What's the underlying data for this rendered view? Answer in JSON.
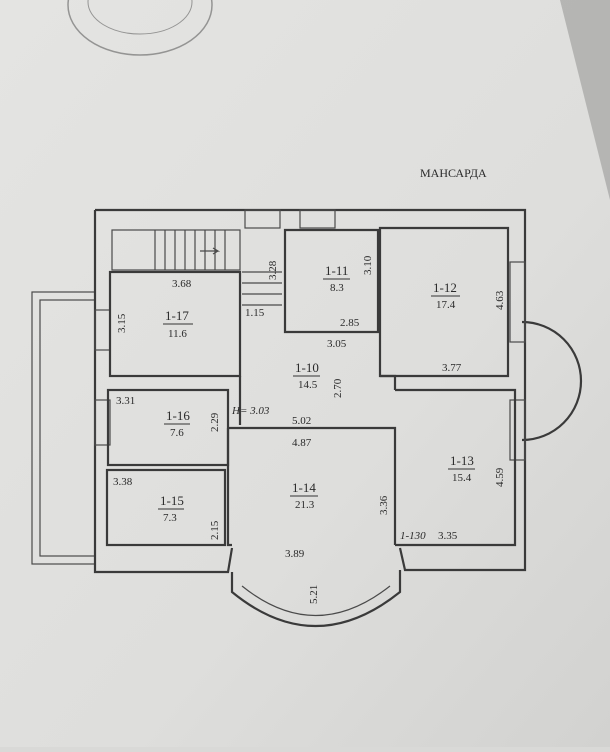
{
  "plan": {
    "title": "МАНСАРДА",
    "height_note": "H= 3.03",
    "scale_note": "1-130",
    "rooms": [
      {
        "id": "1-10",
        "area": "14.5"
      },
      {
        "id": "1-11",
        "area": "8.3"
      },
      {
        "id": "1-12",
        "area": "17.4"
      },
      {
        "id": "1-13",
        "area": "15.4"
      },
      {
        "id": "1-14",
        "area": "21.3"
      },
      {
        "id": "1-15",
        "area": "7.3"
      },
      {
        "id": "1-16",
        "area": "7.6"
      },
      {
        "id": "1-17",
        "area": "11.6"
      }
    ],
    "dimensions": {
      "d368": "3.68",
      "d315": "3.15",
      "d328": "3.28",
      "d115": "1.15",
      "d310": "3.10",
      "d285": "2.85",
      "d305": "3.05",
      "d463": "4.63",
      "d377": "3.77",
      "d270": "2.70",
      "d331": "3.31",
      "d229": "2.29",
      "d502": "5.02",
      "d487": "4.87",
      "d338": "3.38",
      "d215": "2.15",
      "d336": "3.36",
      "d389": "3.89",
      "d521": "5.21",
      "d459": "4.59",
      "d335": "3.35"
    }
  }
}
